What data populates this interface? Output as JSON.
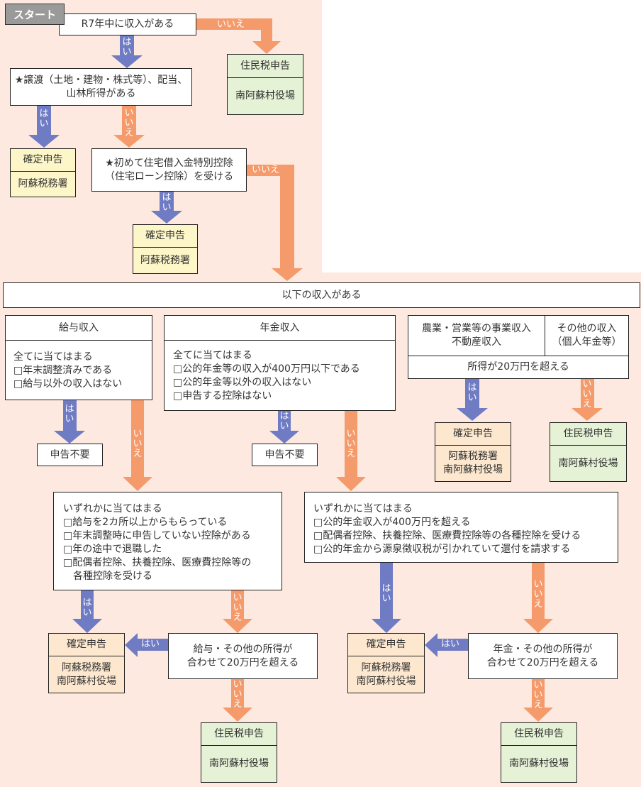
{
  "start_label": "スタート",
  "yes": "はい",
  "no": "いいえ",
  "colors": {
    "yes_arrow": "#6f7bc3",
    "no_arrow": "#f59a6a",
    "background": "#fde9df",
    "kakutei_fill": "#fdf6c8",
    "kakutei_fill_alt": "#fde8cf",
    "jumin_fill": "#e6f2d6"
  },
  "q1": "R7年中に収入がある",
  "q2": [
    "★譲渡（土地・建物・株式等）、配当、",
    "山林所得がある"
  ],
  "q3": [
    "★初めて住宅借入金特別控除",
    "（住宅ローン控除）を受ける"
  ],
  "q4": "以下の収入がある",
  "results": {
    "jumin_top": {
      "title": "住民税申告",
      "office": [
        "南阿蘇村役場"
      ]
    },
    "kakutei_a": {
      "title": "確定申告",
      "office": [
        "阿蘇税務署"
      ]
    },
    "kakutei_b": {
      "title": "確定申告",
      "office": [
        "阿蘇税務署"
      ]
    },
    "kakutei_biz": {
      "title": "確定申告",
      "office": [
        "阿蘇税務署",
        "南阿蘇村役場"
      ]
    },
    "jumin_biz": {
      "title": "住民税申告",
      "office": [
        "南阿蘇村役場"
      ]
    },
    "fuyou_salary": "申告不要",
    "fuyou_pension": "申告不要",
    "kakutei_salary": {
      "title": "確定申告",
      "office": [
        "阿蘇税務署",
        "南阿蘇村役場"
      ]
    },
    "jumin_salary": {
      "title": "住民税申告",
      "office": [
        "南阿蘇村役場"
      ]
    },
    "kakutei_pension": {
      "title": "確定申告",
      "office": [
        "阿蘇税務署",
        "南阿蘇村役場"
      ]
    },
    "jumin_pension": {
      "title": "住民税申告",
      "office": [
        "南阿蘇村役場"
      ]
    }
  },
  "salary": {
    "header": "給与収入",
    "all_title": "全てに当てはまる",
    "all_items": [
      "□年末調整済みである",
      "□給与以外の収入はない"
    ],
    "any_title": "いずれかに当てはまる",
    "any_items": [
      "□給与を2カ所以上からもらっている",
      "□年末調整時に申告していない控除がある",
      "□年の途中で退職した",
      "□配偶者控除、扶養控除、医療費控除等の",
      "　各種控除を受ける"
    ],
    "threshold": [
      "給与・その他の所得が",
      "合わせて20万円を超える"
    ]
  },
  "pension": {
    "header": "年金収入",
    "all_title": "全てに当てはまる",
    "all_items": [
      "□公的年金等の収入が400万円以下である",
      "□公的年金等以外の収入はない",
      "□申告する控除はない"
    ],
    "any_title": "いずれかに当てはまる",
    "any_items": [
      "□公的年金収入が400万円を超える",
      "□配偶者控除、扶養控除、医療費控除等の各種控除を受ける",
      "□公的年金から源泉徴収税が引かれていて還付を請求する"
    ],
    "threshold": [
      "年金・その他の所得が",
      "合わせて20万円を超える"
    ]
  },
  "business": {
    "header_left": [
      "農業・営業等の事業収入",
      "不動産収入"
    ],
    "header_right": [
      "その他の収入",
      "（個人年金等）"
    ],
    "condition": "所得が20万円を超える"
  }
}
